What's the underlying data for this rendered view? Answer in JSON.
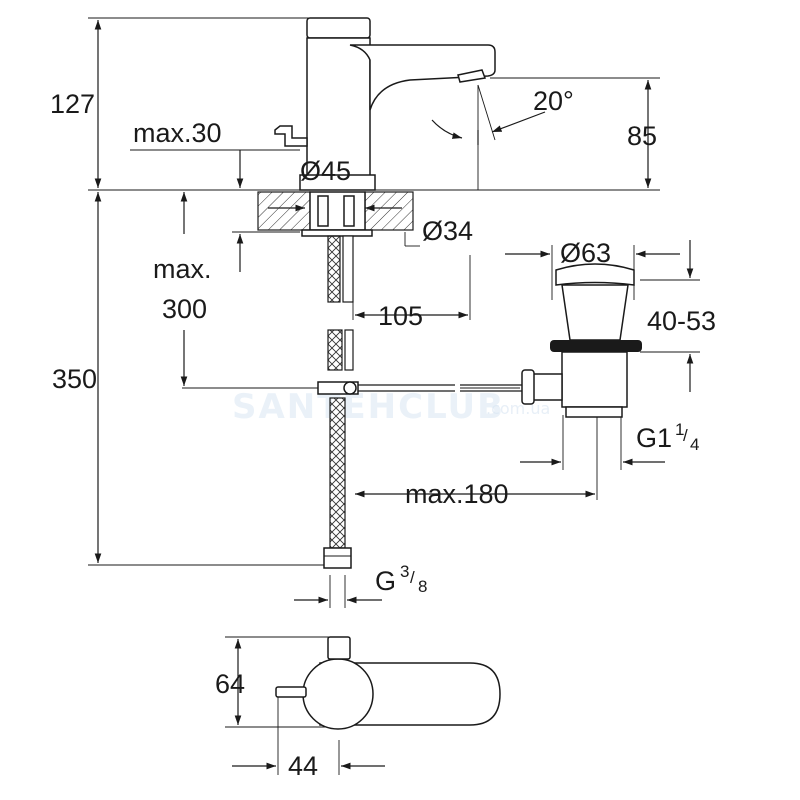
{
  "watermark": {
    "main": "SANTEHCLUB",
    "sub": ".com.ua"
  },
  "dimensions": {
    "height_top": "127",
    "max30": "max.30",
    "dia45": "Ø45",
    "angle": "20°",
    "height_spout": "85",
    "dia34": "Ø34",
    "max_label": "max.",
    "max_value": "300",
    "height_total": "350",
    "len105": "105",
    "dia63": "Ø63",
    "range4053": "40-53",
    "g114_main": "G1",
    "g114_num": "1",
    "g114_den": "4",
    "max180": "max.180",
    "g38_main": "G",
    "g38_num": "3",
    "g38_den": "8",
    "height64": "64",
    "width44": "44"
  }
}
